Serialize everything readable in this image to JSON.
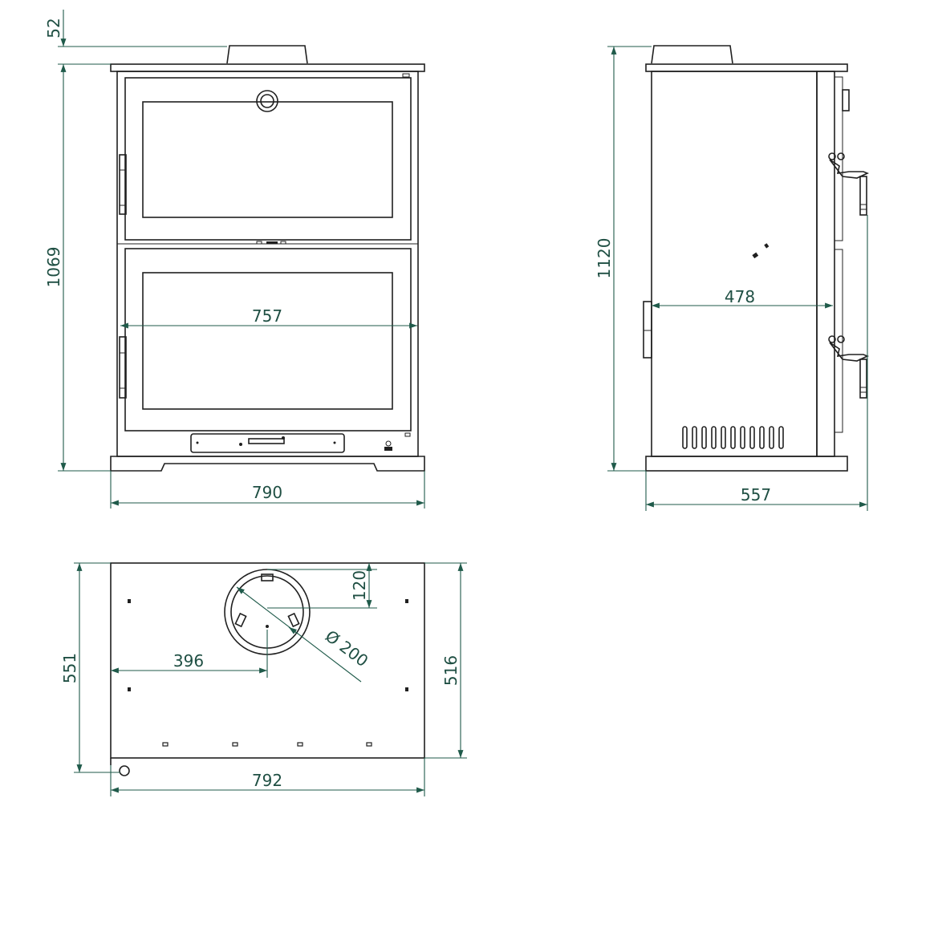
{
  "colors": {
    "line": "#202020",
    "dimension": "#1f5a4a",
    "background": "#ffffff"
  },
  "front_view": {
    "dim_top_height": "52",
    "dim_body_height": "1069",
    "dim_inner_width": "757",
    "dim_overall_width": "790"
  },
  "side_view": {
    "dim_total_height": "1120",
    "dim_body_depth": "478",
    "dim_overall_depth": "557"
  },
  "top_view": {
    "dim_flue_offset_back": "120",
    "dim_flue_diameter": "Ø 200",
    "dim_flue_offset_side": "396",
    "dim_total_depth": "551",
    "dim_body_depth": "516",
    "dim_width": "792"
  }
}
